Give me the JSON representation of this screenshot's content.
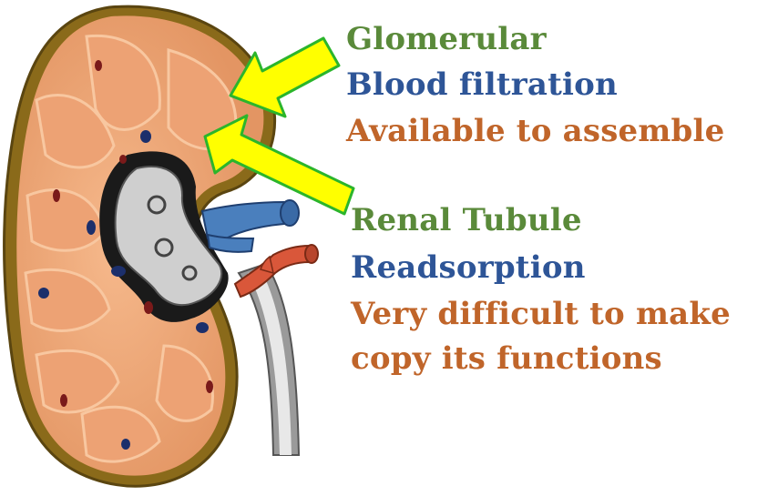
{
  "glomerulus_block": {
    "title": "Glomerular",
    "function": "Blood filtration",
    "note": "Available to assemble"
  },
  "tubule_block": {
    "title": "Renal Tubule",
    "function": "Readsorption",
    "note_line1": "Very difficult to make",
    "note_line2": "copy its functions"
  },
  "colors": {
    "title_green": "#5a8a3a",
    "function_blue": "#2e5597",
    "note_orange": "#c0652a",
    "arrow_fill": "#ffff00",
    "arrow_border": "#2bb52b",
    "cortex_orange": "#e8a070",
    "medulla_light": "#f2b488",
    "pelvis_gray": "#cfcfcf",
    "vein_blue": "#4a7fbd",
    "artery_red": "#d9573a",
    "outline": "#6a5a1a"
  },
  "icons": [
    "kidney-illustration",
    "arrow-to-glomerulus",
    "arrow-to-tubule"
  ]
}
